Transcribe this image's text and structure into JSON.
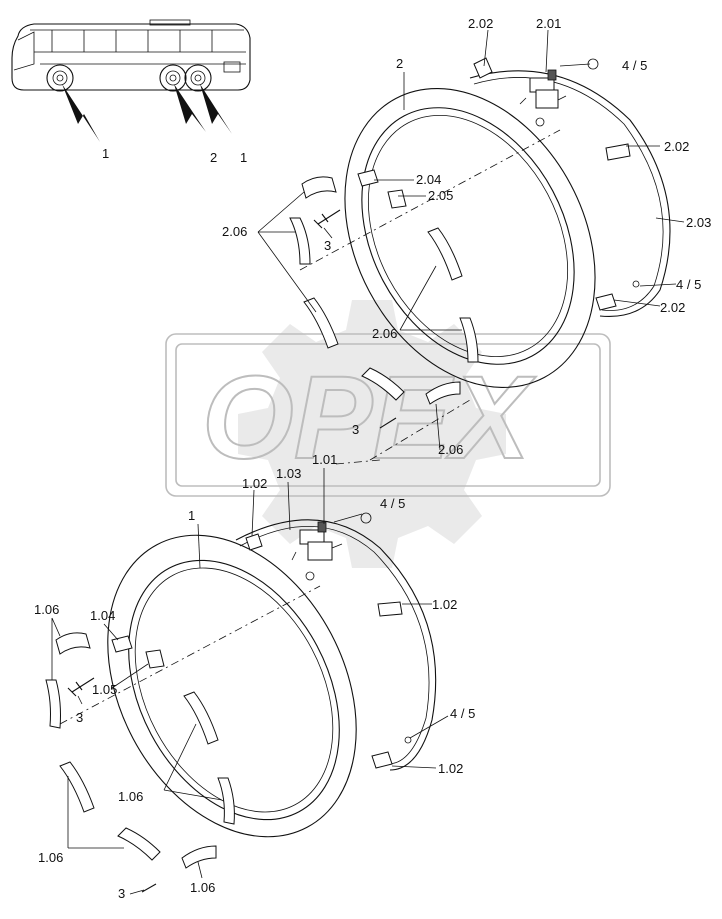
{
  "watermark": {
    "text": "OPEX"
  },
  "bus_callouts": [
    {
      "id": "bus-label-1-front",
      "text": "1"
    },
    {
      "id": "bus-label-2",
      "text": "2"
    },
    {
      "id": "bus-label-1-rear",
      "text": "1"
    }
  ],
  "upper_assembly": {
    "main": "2",
    "labels": [
      "2.02",
      "2.01",
      "4 / 5",
      "2.02",
      "2.04",
      "2.05",
      "2.06",
      "3",
      "2.03",
      "4 / 5",
      "2.02",
      "2.06",
      "3",
      "2.06"
    ]
  },
  "lower_assembly": {
    "main": "1",
    "labels": [
      "1.02",
      "1.03",
      "1.01",
      "4 / 5",
      "1.02",
      "1.06",
      "1.04",
      "1.05",
      "3",
      "4 / 5",
      "1.02",
      "1.06",
      "1.06",
      "3",
      "1.06"
    ]
  }
}
